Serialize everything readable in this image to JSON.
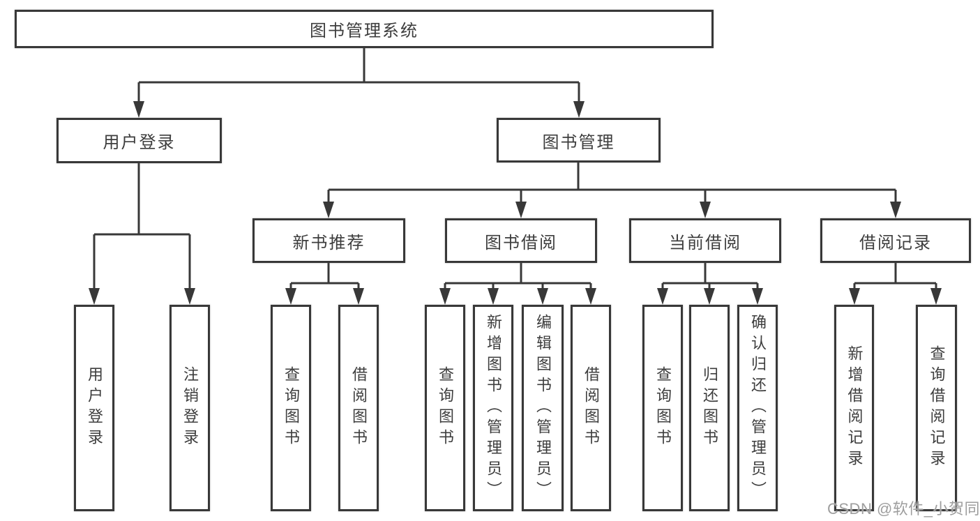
{
  "diagram": {
    "title": "图书管理系统",
    "level2": [
      {
        "label": "用户登录",
        "children": [
          "用户登录",
          "注销登录"
        ]
      },
      {
        "label": "图书管理",
        "sections": [
          {
            "label": "新书推荐",
            "children": [
              "查询图书",
              "借阅图书"
            ]
          },
          {
            "label": "图书借阅",
            "children": [
              "查询图书",
              "新增图书（管理员）",
              "编辑图书（管理员）",
              "借阅图书"
            ]
          },
          {
            "label": "当前借阅",
            "children": [
              "查询图书",
              "归还图书",
              "确认归还（管理员）"
            ]
          },
          {
            "label": "借阅记录",
            "children": [
              "新增借阅记录",
              "查询借阅记录"
            ]
          }
        ]
      }
    ]
  },
  "watermark": {
    "text": "CSDN @软件_小贺同学"
  },
  "colors": {
    "line": "#383838",
    "box_border": "#383838",
    "text": "#3d3d3d",
    "watermark": "#9e9e9e",
    "background": "#ffffff"
  }
}
